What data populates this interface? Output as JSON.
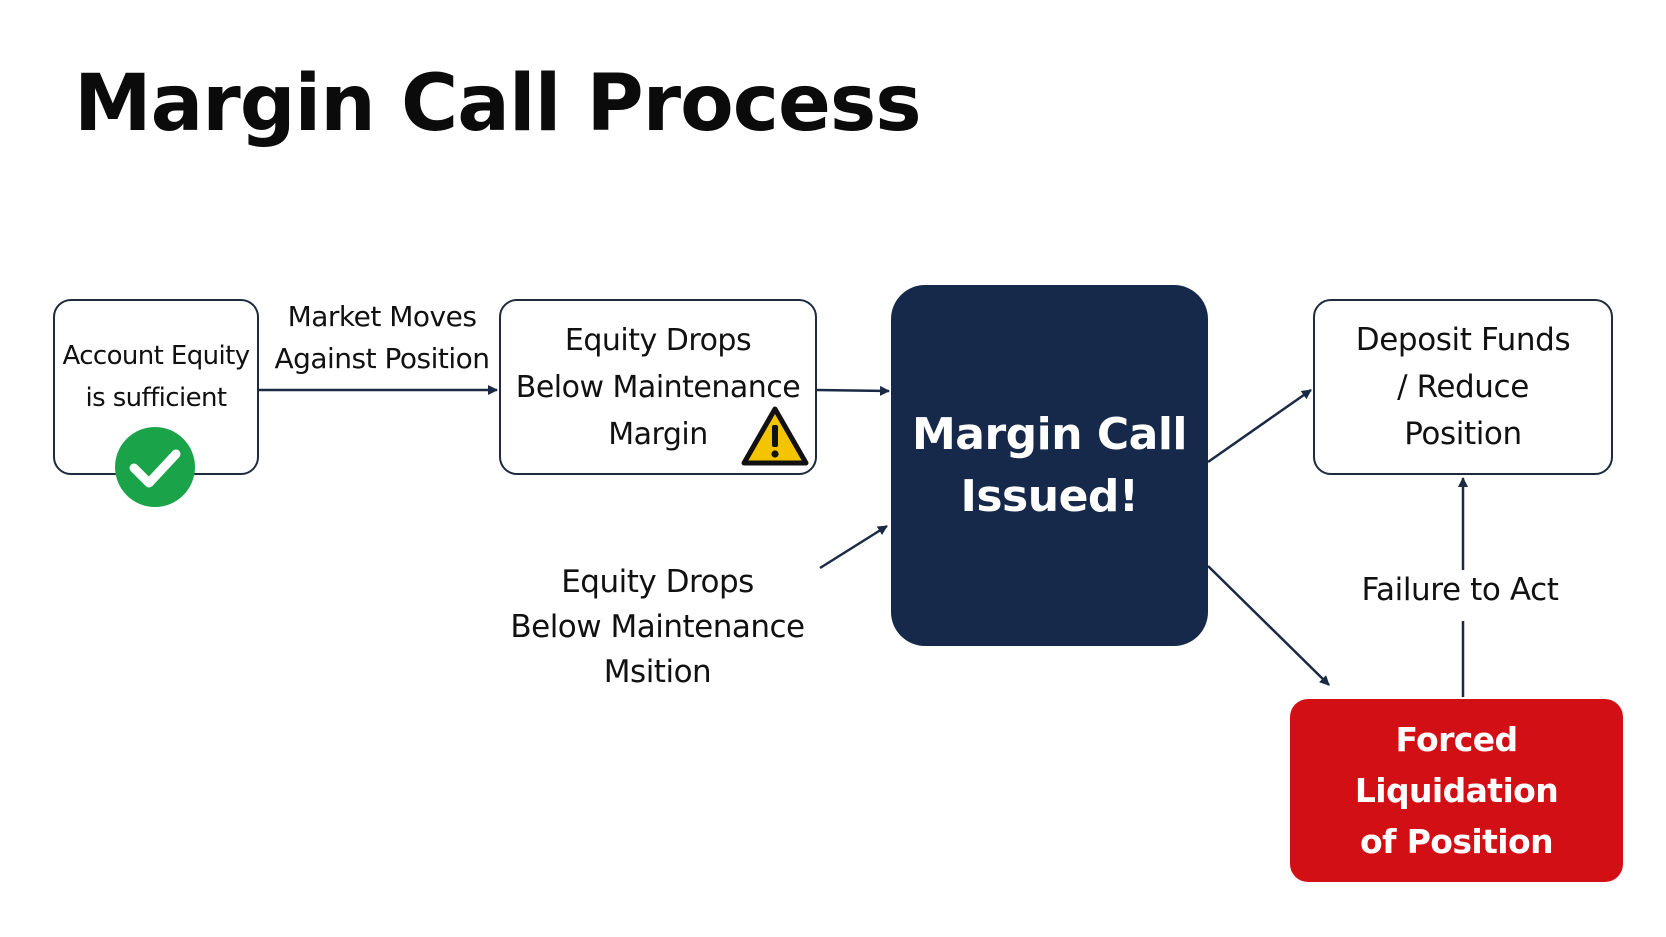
{
  "title": "Margin Call Process",
  "nodes": {
    "account_equity": "Account Equity\nis sufficient",
    "equity_drops": "Equity Drops\nBelow Maintenance\nMargin",
    "margin_call": "Margin Call\nIssued!",
    "deposit_funds": "Deposit Funds\n/ Reduce\nPosition",
    "forced_liquidation": "Forced Liquidation\nof Position"
  },
  "edge_labels": {
    "market_moves": "Market Moves\nAgainst Position",
    "equity_drops_2": "Equity Drops\nBelow Maintenance\nMsition",
    "failure_to_act": "Failure to Act"
  },
  "icons": {
    "account_status": "check-circle-icon",
    "equity_status": "warning-triangle-icon"
  },
  "colors": {
    "margin_call_fill": "#16294a",
    "liquidation_fill": "#d30f16",
    "success_green": "#1ba34a",
    "warning_yellow": "#f5c400",
    "outline": "#1e2b3c",
    "arrow": "#1a2a45"
  }
}
